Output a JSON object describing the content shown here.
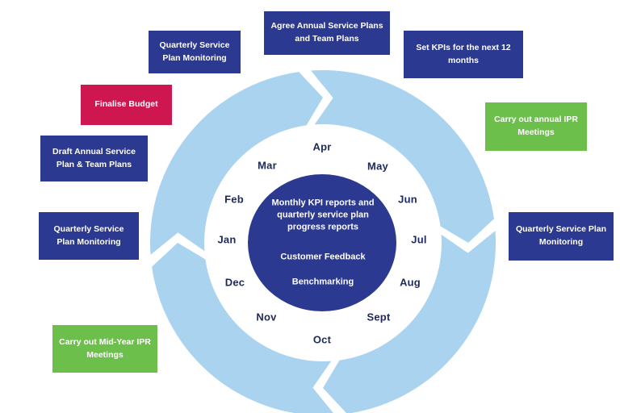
{
  "diagram": {
    "title_semantic": "annual-service-planning-cycle",
    "months": [
      "Apr",
      "May",
      "Jun",
      "Jul",
      "Aug",
      "Sept",
      "Oct",
      "Nov",
      "Dec",
      "Jan",
      "Feb",
      "Mar"
    ],
    "center": {
      "kpi": "Monthly KPI reports and quarterly service plan progress reports",
      "feedback": "Customer Feedback",
      "benchmarking": "Benchmarking"
    },
    "labels": [
      {
        "text": "Agree Annual Service Plans and Team Plans",
        "color": "#2b3990"
      },
      {
        "text": "Set KPIs for the next 12 months",
        "color": "#2b3990"
      },
      {
        "text": "Carry out annual IPR Meetings",
        "color": "#6cbf4b"
      },
      {
        "text": "Quarterly Service Plan Monitoring",
        "color": "#2b3990"
      },
      {
        "text": "Quarterly Service Plan Monitoring",
        "color": "#2b3990"
      },
      {
        "text": "Finalise Budget",
        "color": "#ce1751"
      },
      {
        "text": "Draft Annual Service Plan & Team Plans",
        "color": "#2b3990"
      },
      {
        "text": "Quarterly Service Plan Monitoring",
        "color": "#2b3990"
      },
      {
        "text": "Carry out Mid-Year IPR Meetings",
        "color": "#6cbf4b"
      }
    ],
    "colors": {
      "navy": "#2b3990",
      "red": "#ce1751",
      "green": "#6cbf4b",
      "ring_light_blue": "#aad3f0",
      "month_text": "#1d2a5a"
    }
  }
}
